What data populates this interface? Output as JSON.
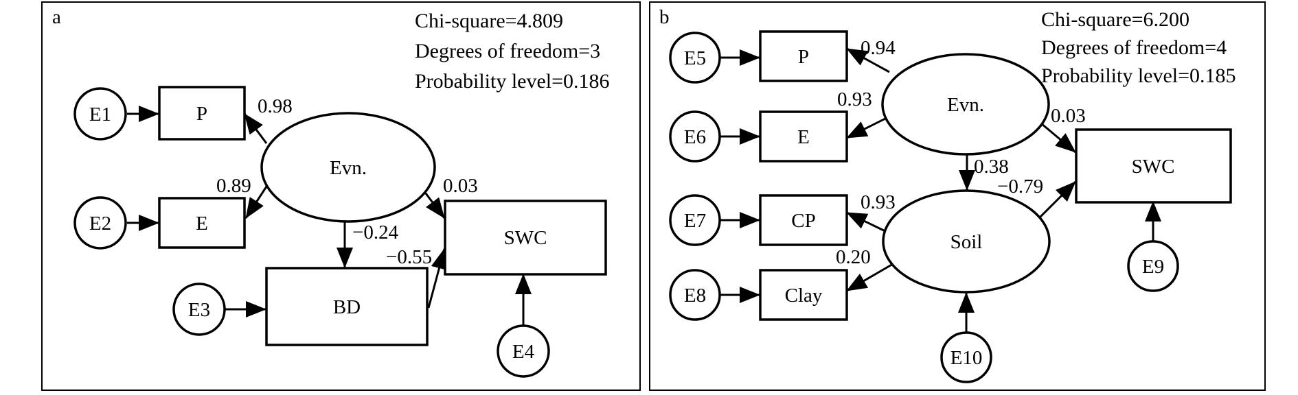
{
  "panel_a": {
    "tag": "a",
    "stats": [
      "Chi-square=4.809",
      "Degrees of freedom=3",
      "Probability level=0.186"
    ],
    "nodes": {
      "E1": "E1",
      "E2": "E2",
      "E3": "E3",
      "E4": "E4",
      "P": "P",
      "E": "E",
      "BD": "BD",
      "SWC": "SWC",
      "Evn": "Evn."
    },
    "coefficients": {
      "evn_p": "0.98",
      "evn_e": "0.89",
      "evn_swc": "0.03",
      "evn_bd": "−0.24",
      "bd_swc": "−0.55"
    }
  },
  "panel_b": {
    "tag": "b",
    "stats": [
      "Chi-square=6.200",
      "Degrees of freedom=4",
      "Probability level=0.185"
    ],
    "nodes": {
      "E5": "E5",
      "E6": "E6",
      "E7": "E7",
      "E8": "E8",
      "E9": "E9",
      "E10": "E10",
      "P": "P",
      "E": "E",
      "CP": "CP",
      "Clay": "Clay",
      "SWC": "SWC",
      "Evn": "Evn.",
      "Soil": "Soil"
    },
    "coefficients": {
      "evn_p": "0.94",
      "evn_e": "0.93",
      "evn_swc": "0.03",
      "evn_soil": "0.38",
      "soil_swc": "−0.79",
      "soil_cp": "0.93",
      "soil_clay": "0.20"
    }
  }
}
